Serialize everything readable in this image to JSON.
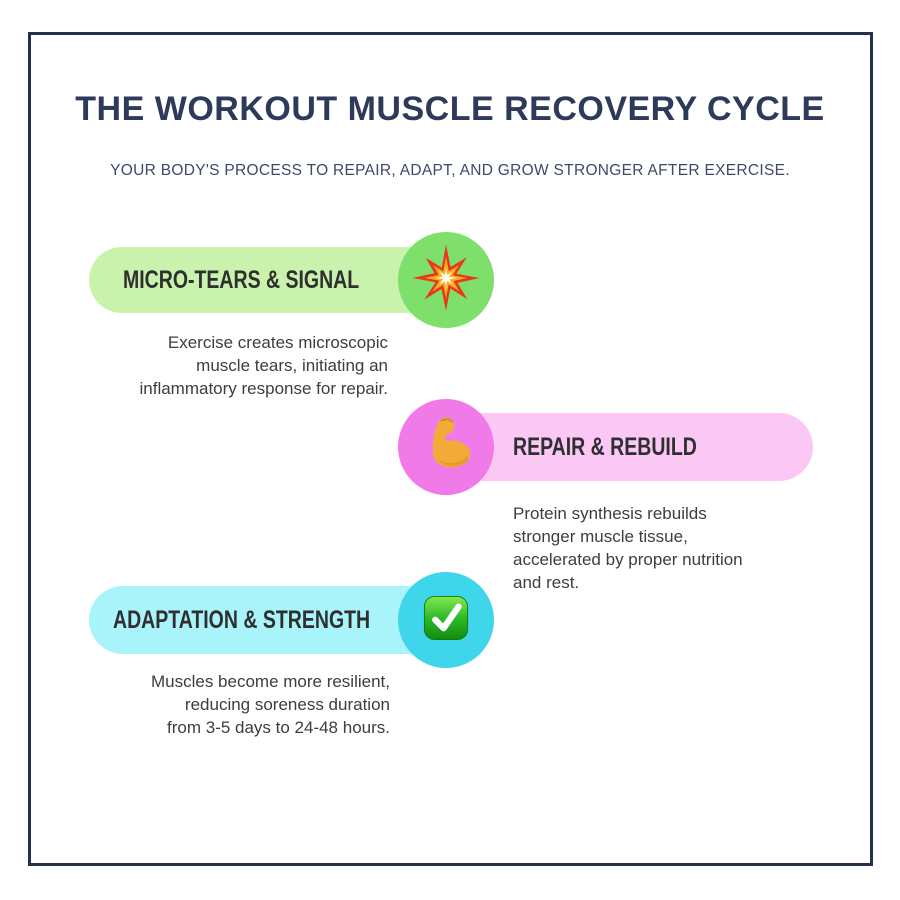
{
  "page": {
    "title": "THE WORKOUT MUSCLE RECOVERY CYCLE",
    "subtitle": "YOUR BODY'S PROCESS TO REPAIR, ADAPT, AND GROW STRONGER AFTER EXERCISE."
  },
  "colors": {
    "border_navy": "#24304e",
    "title_navy": "#2e3a59",
    "subtitle_navy": "#3c4a68",
    "label_dark": "#2f2f2f",
    "description_gray": "#3d3d3d"
  },
  "stages": [
    {
      "label": "MICRO-TEARS & SIGNAL",
      "icon": "explosion-icon",
      "pill_color": "#c9f2ad",
      "circle_color": "#7ee06b",
      "description": "Exercise creates microscopic\nmuscle tears, initiating an\ninflammatory response for repair."
    },
    {
      "label": "REPAIR & REBUILD",
      "icon": "flexed-biceps-icon",
      "pill_color": "#fbc8f5",
      "circle_color": "#f07ae8",
      "description": "Protein synthesis rebuilds\nstronger muscle tissue,\naccelerated by proper nutrition\nand rest."
    },
    {
      "label": "ADAPTATION & STRENGTH",
      "icon": "check-mark-button-icon",
      "pill_color": "#a9f3fb",
      "circle_color": "#3fd5ea",
      "description": "Muscles become more resilient,\nreducing soreness duration\nfrom 3-5 days to 24-48 hours."
    }
  ]
}
